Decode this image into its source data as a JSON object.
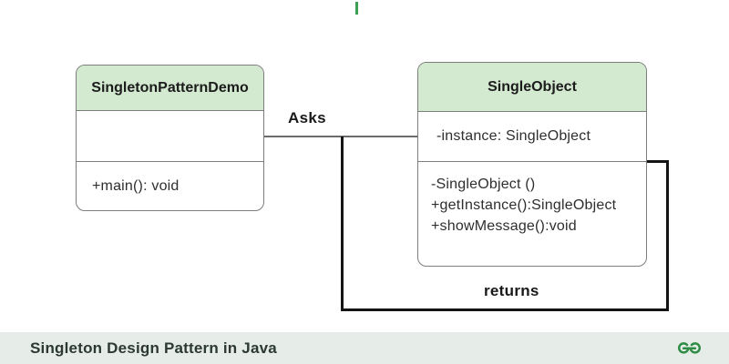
{
  "diagram": {
    "classes": [
      {
        "name": "SingletonPatternDemo",
        "attributes": [],
        "methods": [
          "+main(): void"
        ]
      },
      {
        "name": "SingleObject",
        "attributes": [
          "-instance: SingleObject"
        ],
        "methods": [
          "-SingleObject ()",
          "+getInstance():SingleObject",
          "+showMessage():void"
        ]
      }
    ],
    "labels": {
      "asks": "Asks",
      "returns": "returns"
    },
    "colors": {
      "class_header_green": "#d3e9d0",
      "box_border_gray": "#7d7d7d",
      "asks_line_gray": "#6b6b6b",
      "returns_line_black": "#141414",
      "top_mark_green": "#3c9f52"
    }
  },
  "footer": {
    "caption": "Singleton Design Pattern in Java",
    "logo": "geeksforgeeks-logo",
    "logo_color": "#2f8d46",
    "bar_color": "#e6ece7"
  }
}
